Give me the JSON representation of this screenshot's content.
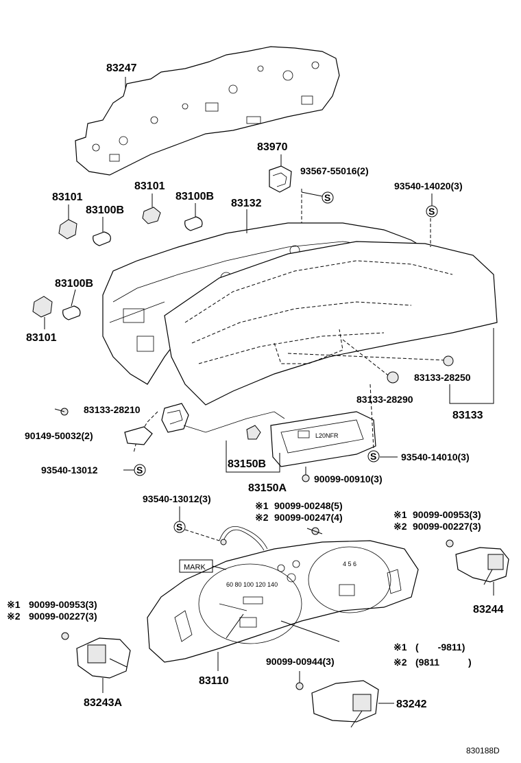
{
  "labels": {
    "p83247": "83247",
    "p83970": "83970",
    "p93567": "93567-55016(2)",
    "p93540_14020": "93540-14020(3)",
    "p83101_a": "83101",
    "p83101_b": "83101",
    "p83100b_a": "83100B",
    "p83100b_b": "83100B",
    "p83132": "83132",
    "p83100b_c": "83100B",
    "p83101_c": "83101",
    "p83133_28250": "83133-28250",
    "p83133_28290": "83133-28290",
    "p83133": "83133",
    "p83133_28210": "83133-28210",
    "p90149": "90149-50032(2)",
    "p93540_13012_a": "93540-13012",
    "p83150b": "83150B",
    "p83150a": "83150A",
    "p93540_14010": "93540-14010(3)",
    "p90099_00910": "90099-00910(3)",
    "p93540_13012_b": "93540-13012(3)",
    "p90099_00248": "90099-00248(5)",
    "p90099_00247": "90099-00247(4)",
    "p90099_00953_r": "90099-00953(3)",
    "p90099_00227_r": "90099-00227(3)",
    "mark": "MARK",
    "p83244": "83244",
    "p90099_00953_l": "90099-00953(3)",
    "p90099_00227_l": "90099-00227(3)",
    "p83110": "83110",
    "p90099_00944": "90099-00944(3)",
    "p83243a": "83243A",
    "p83242": "83242",
    "note1_date": "(　　-9811)",
    "note2_date": "(9811　　　)",
    "ref1": "※1",
    "ref2": "※2",
    "s_mark": "S",
    "diagram_code": "830188D"
  }
}
